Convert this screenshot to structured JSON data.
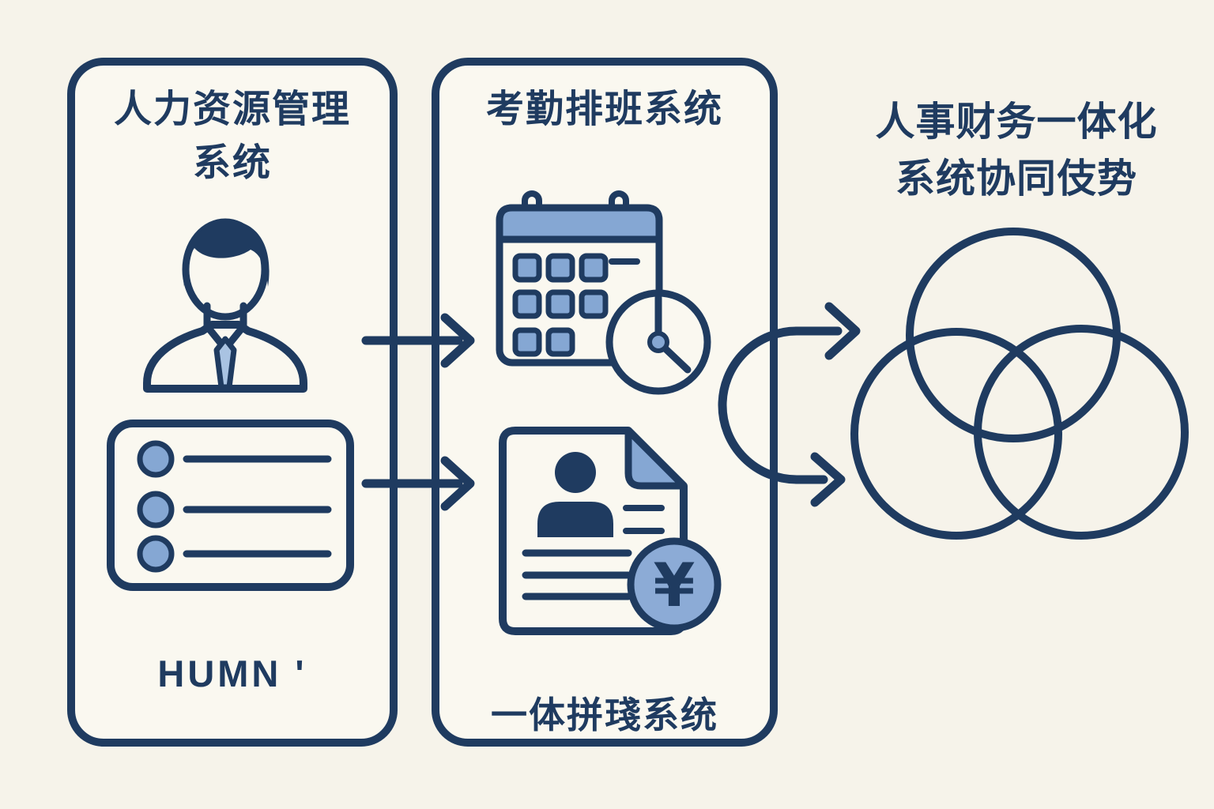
{
  "palette": {
    "navy": "#1f3b60",
    "light_blue": "#85a7d3",
    "pale_blue": "#a9c3e2",
    "coin_blue": "#8cabd6",
    "background": "#f6f3ea",
    "panel_background": "#faf8f0"
  },
  "left_panel": {
    "title_line_1": "人力资源管理",
    "title_line_2": "系统",
    "footer_label": "HUMN '"
  },
  "middle_panel": {
    "title": "考勤排班系统",
    "footer_label": "一体拼琖系统",
    "currency_symbol": "¥"
  },
  "right_section": {
    "title_line_1": "人事财务一体化",
    "title_line_2": "系统协同伎势"
  }
}
